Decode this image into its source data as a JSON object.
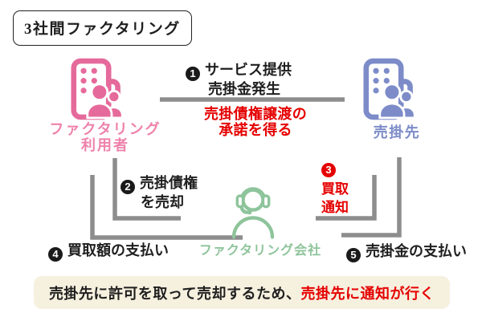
{
  "title": "3社間ファクタリング",
  "nodes": {
    "user": {
      "line1": "ファクタリング",
      "line2": "利用者"
    },
    "client": {
      "label": "売掛先"
    },
    "company": {
      "label": "ファクタリング会社"
    }
  },
  "steps": {
    "s1": {
      "num": "1",
      "line1": "サービス提供",
      "line2": "売掛金発生"
    },
    "s2": {
      "num": "2",
      "line1": "売掛債権",
      "line2": "を売却"
    },
    "s3": {
      "num": "3",
      "line1": "買取",
      "line2": "通知"
    },
    "s4": {
      "num": "4",
      "label": "買取額の支払い"
    },
    "s5": {
      "num": "5",
      "label": "売掛金の支払い"
    }
  },
  "annotations": {
    "consent_line1": "売掛債権譲渡の",
    "consent_line2": "承諾を得る"
  },
  "note": {
    "normal": "売掛先に許可を取って売却するため、",
    "highlight": "売掛先に通知が行く"
  },
  "colors": {
    "user_pink": "#e56a9b",
    "client_blue": "#7d8cc9",
    "company_green": "#8ec49b",
    "arrow_gray": "#8d8d8d",
    "alert_red": "#e50000",
    "note_background": "#f6f0df"
  }
}
